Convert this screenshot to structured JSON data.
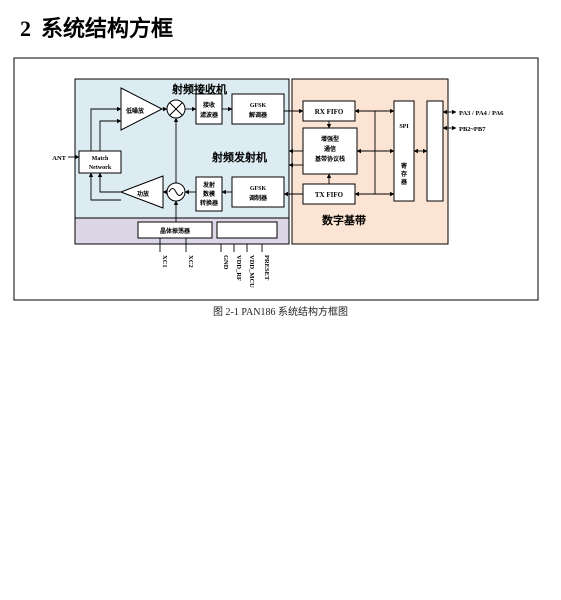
{
  "heading": {
    "number": "2",
    "title": "系统结构方框"
  },
  "diagram": {
    "rx_section": "射频接收机",
    "tx_section": "射频发射机",
    "digital_section": "数字基带",
    "blocks": {
      "lna": "低噪放",
      "rx_filter": [
        "接收",
        "滤波器"
      ],
      "gfsk_demod": [
        "GFSK",
        "解调器"
      ],
      "match_network": [
        "Match",
        "Network"
      ],
      "pa": "功放",
      "tx_filter": [
        "发射",
        "数模",
        "转换器"
      ],
      "gfsk_mod": [
        "GFSK",
        "调制器"
      ],
      "rx_fifo": "RX FIFO",
      "tx_fifo": "TX FIFO",
      "protocol_stack": [
        "增强型",
        "通信",
        "基带协议栈"
      ],
      "spi": "SPI",
      "register": [
        "寄",
        "存",
        "器"
      ],
      "crystal": "晶体振荡器"
    },
    "ports": {
      "ant": "ANT",
      "pa_right": "PA3 / PA4 / PA6",
      "pb_right": "PB2~PB7",
      "bottom": [
        "XC1",
        "XC2",
        "GND",
        "VDD_RF",
        "VDD_MCU",
        "PRESET"
      ]
    }
  },
  "caption": "图  2-1 PAN186 系统结构方框图",
  "colors": {
    "rf_panel": "#dcecf2",
    "digital_panel": "#fbe4d3",
    "crystal_panel": "#ddd6e6",
    "block": "#ffffff",
    "line": "#000000"
  }
}
